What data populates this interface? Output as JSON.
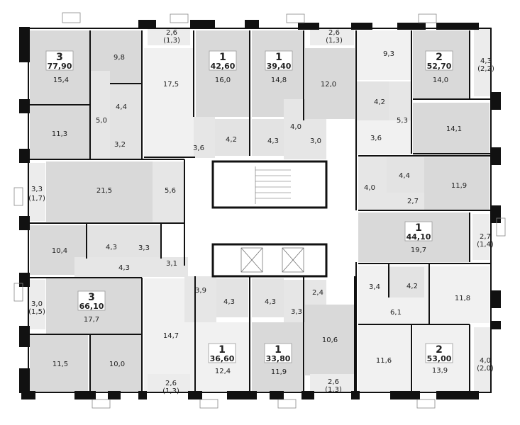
{
  "apartments": [
    {
      "rooms": "3",
      "area": "77,90"
    },
    {
      "rooms": "1",
      "area": "42,60"
    },
    {
      "rooms": "1",
      "area": "39,40"
    },
    {
      "rooms": "2",
      "area": "52,70"
    },
    {
      "rooms": "1",
      "area": "44,10"
    },
    {
      "rooms": "3",
      "area": "66,10"
    },
    {
      "rooms": "1",
      "area": "36,60"
    },
    {
      "rooms": "1",
      "area": "33,80"
    },
    {
      "rooms": "2",
      "area": "53,00"
    }
  ],
  "rooms": {
    "a1": [
      "15,4",
      "9,8",
      "11,3",
      "5,0",
      "4,4",
      "3,2",
      "21,5",
      "5,6"
    ],
    "a2": [
      "17,5",
      "16,0",
      "4,2",
      "3,6"
    ],
    "a3": [
      "14,8",
      "12,0",
      "4,3",
      "4,0",
      "3,0"
    ],
    "a4": [
      "9,3",
      "14,0",
      "4,2",
      "5,3",
      "3,6",
      "14,1"
    ],
    "a5": [
      "4,0",
      "4,4",
      "11,9",
      "2,7",
      "19,7"
    ],
    "a6": [
      "10,4",
      "4,3",
      "3,3",
      "4,3",
      "3,1",
      "17,7",
      "11,5",
      "10,0"
    ],
    "a7": [
      "14,7",
      "3,9",
      "4,3",
      "12,4"
    ],
    "a8": [
      "2,4",
      "4,3",
      "3,3",
      "10,6",
      "11,9"
    ],
    "a9": [
      "3,4",
      "4,2",
      "11,8",
      "6,1",
      "11,6",
      "13,9"
    ]
  },
  "balconies": [
    {
      "area": "2,6",
      "net": "(1,3)"
    },
    {
      "area": "3,3",
      "net": "(1,7)"
    },
    {
      "area": "2,6",
      "net": "(1,3)"
    },
    {
      "area": "4,3",
      "net": "(2,2)"
    },
    {
      "area": "2,7",
      "net": "(1,4)"
    },
    {
      "area": "3,0",
      "net": "(1,5)"
    },
    {
      "area": "2,6",
      "net": "(1,3)"
    },
    {
      "area": "2,6",
      "net": "(1,3)"
    },
    {
      "area": "4,0",
      "net": "(2,0)"
    }
  ]
}
